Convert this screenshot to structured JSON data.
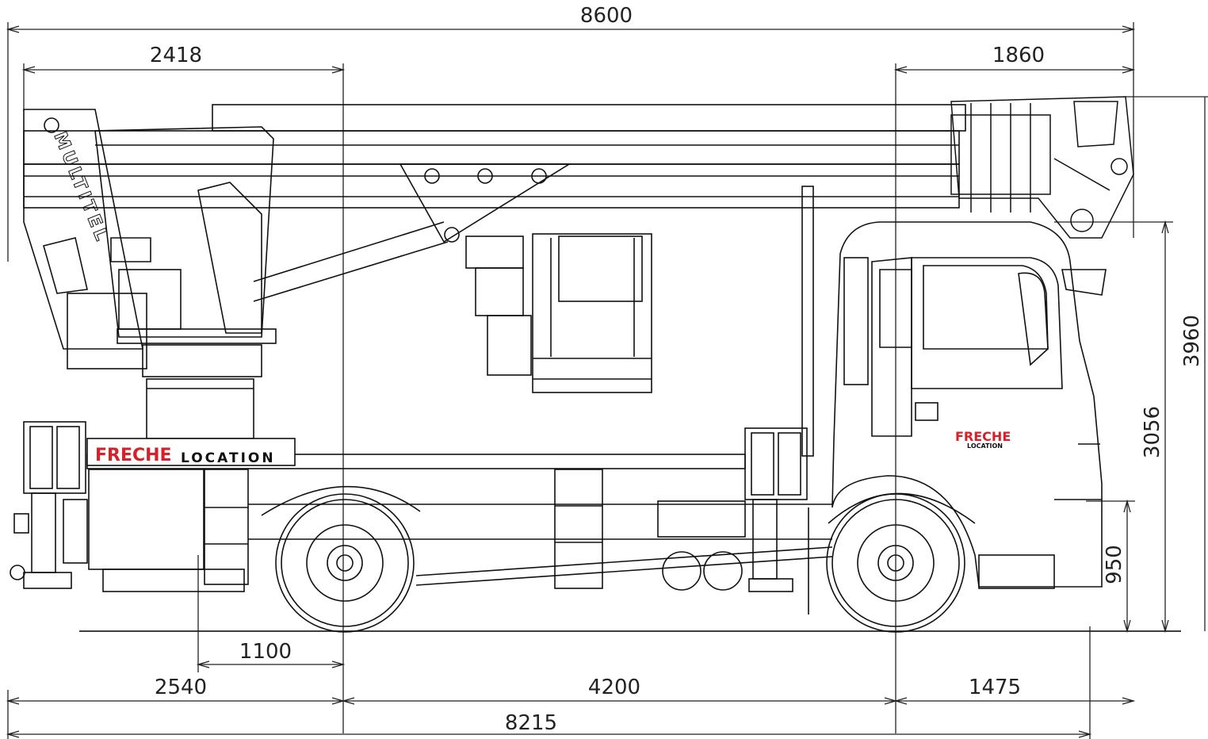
{
  "dimensions": {
    "overall_length_top": "8600",
    "boom_rear_overhang": "2418",
    "boom_front_overhang": "1860",
    "rear_overhang_offset": "1100",
    "rear_overhang": "2540",
    "wheelbase": "4200",
    "front_overhang": "1475",
    "chassis_length": "8215",
    "overall_height": "3960",
    "cab_height": "3056",
    "frame_height": "950"
  },
  "branding": {
    "side_brand_red": "FRECHE",
    "side_brand_black": "LOCATION",
    "door_brand_red": "FRECHE",
    "door_brand_black": "LOCATION"
  },
  "boom_lettering": "MULTITEL",
  "colors": {
    "line": "#111111",
    "dimension": "#222222",
    "brand_red": "#d8202a",
    "background": "#ffffff"
  }
}
